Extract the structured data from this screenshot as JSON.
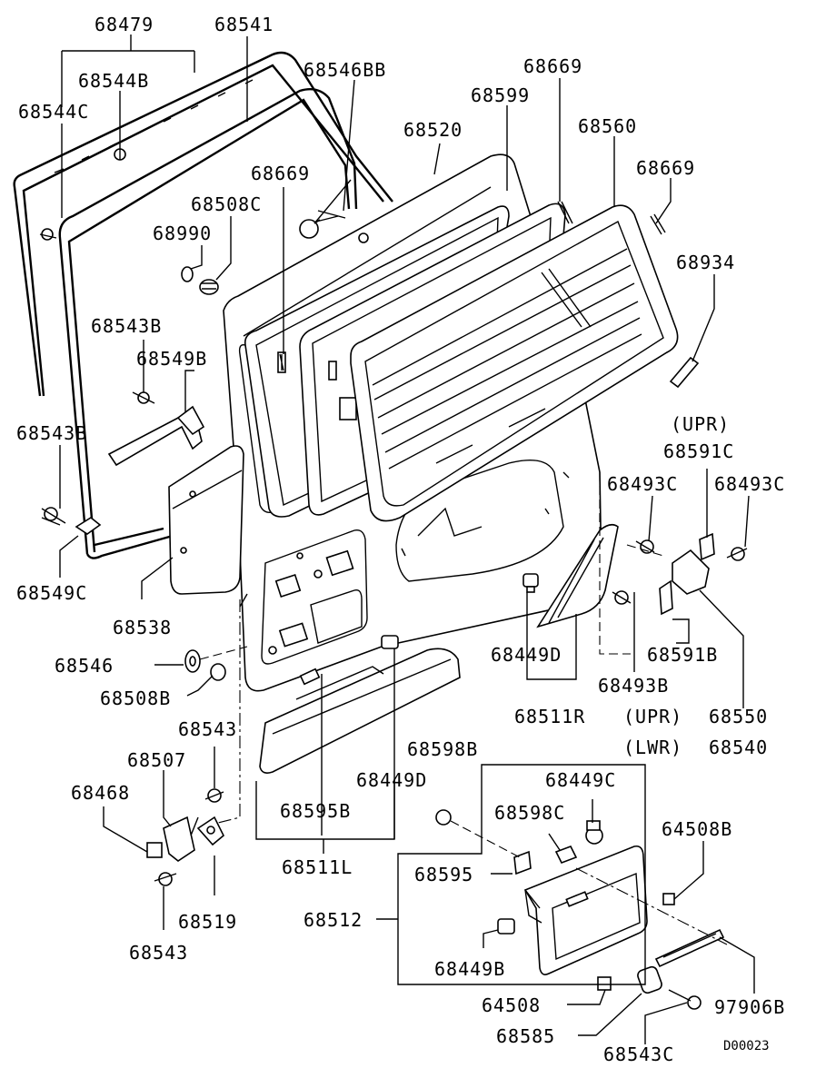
{
  "diagram": {
    "labels": {
      "p68479": "68479",
      "p68541": "68541",
      "p68544B": "68544B",
      "p68546BB": "68546BB",
      "p68544C": "68544C",
      "p68669_a": "68669",
      "p68599": "68599",
      "p68520": "68520",
      "p68560": "68560",
      "p68669_b": "68669",
      "p68669_c": "68669",
      "p68508C": "68508C",
      "p68990": "68990",
      "p68934": "68934",
      "p68543B_a": "68543B",
      "p68549B": "68549B",
      "p68543B_b": "68543B",
      "upr_1": "(UPR)",
      "p68591C": "68591C",
      "p68493C_a": "68493C",
      "p68493C_b": "68493C",
      "p68549C": "68549C",
      "p68538": "68538",
      "p68546": "68546",
      "p68508B": "68508B",
      "p68449D_a": "68449D",
      "p68591B": "68591B",
      "p68493B": "68493B",
      "p68511R": "68511R",
      "upr_2": "(UPR)",
      "p68550": "68550",
      "lwr": "(LWR)",
      "p68540": "68540",
      "p68543_a": "68543",
      "p68598B": "68598B",
      "p68507": "68507",
      "p68449D_b": "68449D",
      "p68449C": "68449C",
      "p68468": "68468",
      "p68595B": "68595B",
      "p68598C": "68598C",
      "p64508B": "64508B",
      "p68511L": "68511L",
      "p68595": "68595",
      "p68519": "68519",
      "p68512": "68512",
      "p68449B": "68449B",
      "p68543_b": "68543",
      "p64508": "64508",
      "p97906B": "97906B",
      "p68585": "68585",
      "p68543C": "68543C",
      "drawing_code": "D00023"
    }
  }
}
